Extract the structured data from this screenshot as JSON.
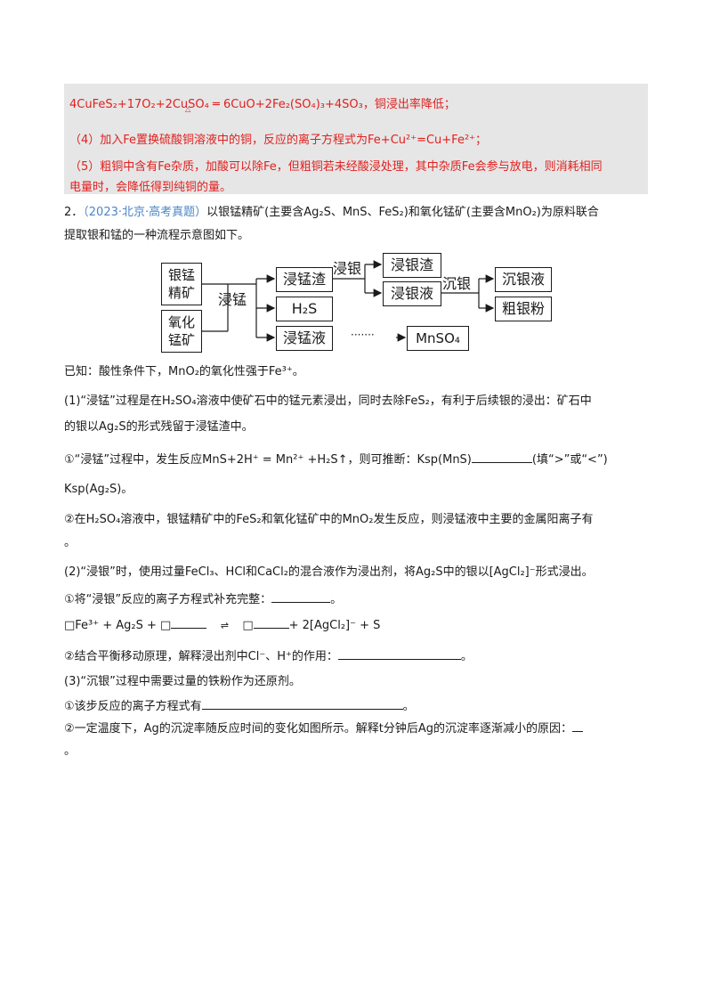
{
  "answer": {
    "line1_eq": "4CuFeS₂+17O₂+2CuSO₄ ═ 6CuO+2Fe₂(SO₄)₃+4SO₃",
    "line1_cond": "△",
    "line1_tail": "，铜浸出率降低；",
    "line2": "（4）加入Fe置换硫酸铜溶液中的铜，反应的离子方程式为Fe+Cu²⁺=Cu+Fe²⁺；",
    "line3a": "（5）粗铜中含有Fe杂质，加酸可以除Fe，但粗铜若未经酸浸处理，其中杂质Fe会参与放电，则消耗相同",
    "line3b": "电量时，会降低得到纯铜的量。"
  },
  "question": {
    "number": "2．",
    "source": "（2023·北京·高考真题）",
    "intro_a": "以银锰精矿(主要含Ag₂S、MnS、FeS₂)和氧化锰矿(主要含MnO₂)为原料联合",
    "intro_b": "提取银和锰的一种流程示意图如下。",
    "known": "已知：酸性条件下，MnO₂的氧化性强于Fe³⁺。",
    "p1a": "(1)“浸锰”过程是在H₂SO₄溶液中使矿石中的锰元素浸出，同时去除FeS₂，有利于后续银的浸出：矿石中",
    "p1b": "的银以Ag₂S的形式残留于浸锰渣中。",
    "p2a": "①“浸锰”过程中，发生反应MnS+2H⁺ = Mn²⁺ +H₂S↑，则可推断：Ksp(MnS)",
    "p2a_tail": "(填“>”或“<”)",
    "p2b": "Ksp(Ag₂S)。",
    "p3a": "②在H₂SO₄溶液中，银锰精矿中的FeS₂和氧化锰矿中的MnO₂发生反应，则浸锰液中主要的金属阳离子有",
    "p3b": "。",
    "p4": "(2)“浸银”时，使用过量FeCl₃、HCl和CaCl₂的混合液作为浸出剂，将Ag₂S中的银以[AgCl₂]⁻形式浸出。",
    "p5": "①将“浸银”反应的离子方程式补充完整：",
    "p5_end": "。",
    "p6_left": "□Fe³⁺ + Ag₂S + □",
    "p6_right": "□",
    "p6_tail": "+ 2[AgCl₂]⁻ + S",
    "p7": "②结合平衡移动原理，解释浸出剂中Cl⁻、H⁺的作用：",
    "p7_end": "。",
    "p8": "(3)“沉银”过程中需要过量的铁粉作为还原剂。",
    "p9": "①该步反应的离子方程式有",
    "p9_end": "。",
    "p10": "②一定温度下，Ag的沉淀率随反应时间的变化如图所示。解释t分钟后Ag的沉淀率逐渐减小的原因：",
    "p10b": "。"
  },
  "flow": {
    "ore1": "银锰\n精矿",
    "ore2": "氧化\n锰矿",
    "step_leach_mn": "浸锰",
    "residue": "浸锰渣",
    "gas": "H₂S",
    "mn_liquor": "浸锰液",
    "mnso4": "MnSO₄",
    "step_leach_ag": "浸银",
    "ag_residue": "浸银渣",
    "ag_liquor": "浸银液",
    "step_precip": "沉银",
    "precip_liquor": "沉银液",
    "crude_ag": "粗银粉",
    "dots": "·······"
  }
}
